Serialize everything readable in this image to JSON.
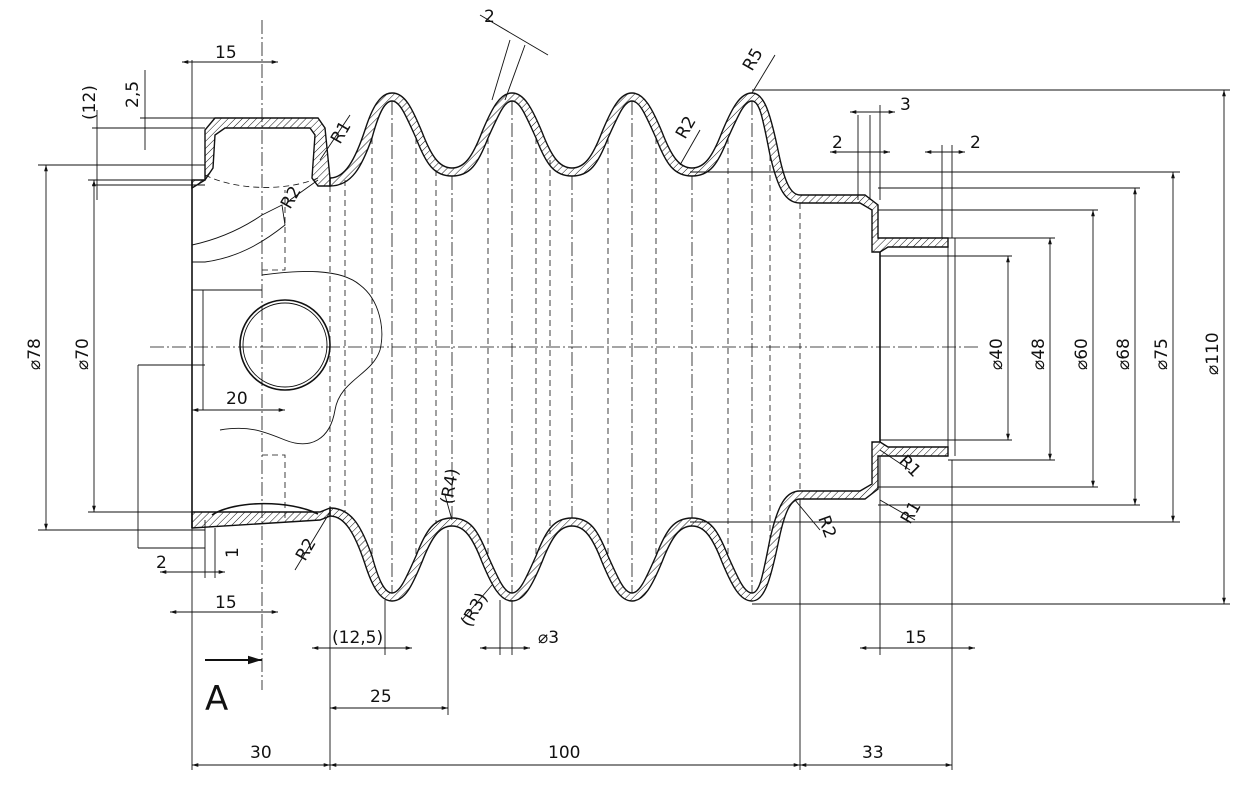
{
  "dimensions": {
    "d15_top": "15",
    "d12": "(12)",
    "d2_5": "2,5",
    "r1_top": "R1",
    "r2_top_left": "R2",
    "d2_top": "2",
    "r2_top_mid": "R2",
    "r5": "R5",
    "d3_right": "3",
    "d2_right_a": "2",
    "d2_right_b": "2",
    "phi78": "⌀78",
    "phi70": "⌀70",
    "d20": "20",
    "phi40": "⌀40",
    "phi48": "⌀48",
    "phi60": "⌀60",
    "phi68": "⌀68",
    "phi75": "⌀75",
    "phi110": "⌀110",
    "r1_right_a": "R1",
    "r1_right_b": "R1",
    "r2_right": "R2",
    "r4": "(R4)",
    "r2_bottom_left": "R2",
    "d2_bottom": "2",
    "d1_bottom": "1",
    "r3": "(R3)",
    "d15_bottom_left": "15",
    "d12_5": "(12,5)",
    "phi3": "⌀3",
    "d15_bottom_right": "15",
    "d25": "25",
    "view_a": "A",
    "d30": "30",
    "d100": "100",
    "d33": "33"
  }
}
